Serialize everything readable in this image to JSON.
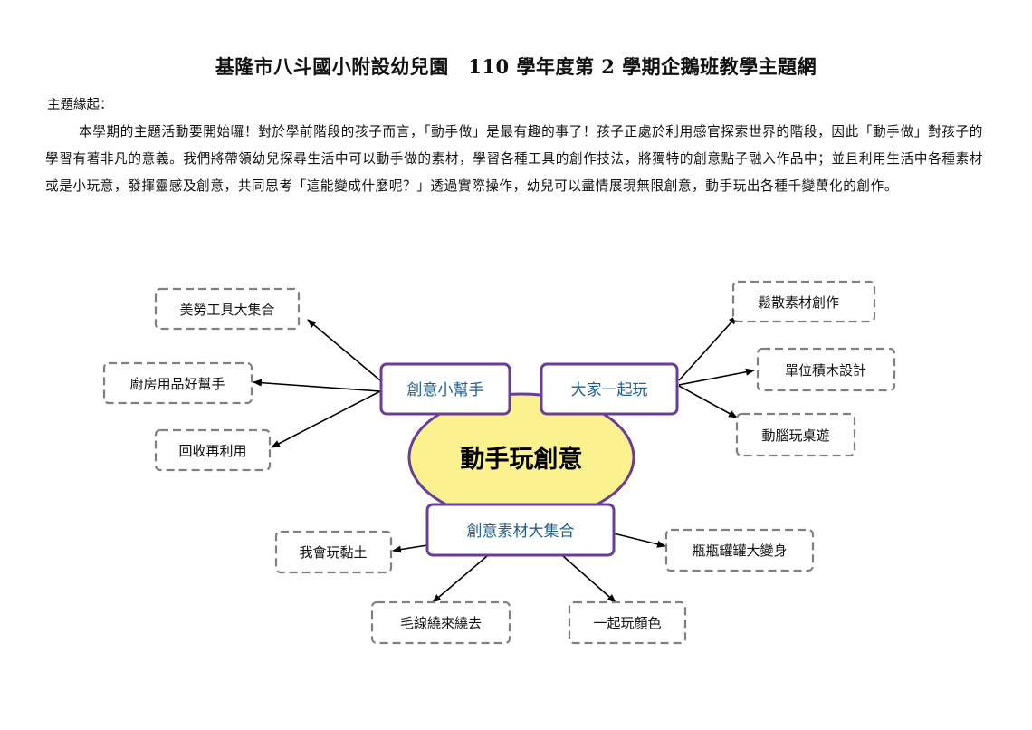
{
  "document": {
    "title": "基隆市八斗國小附設幼兒園　110 學年度第 2 學期企鵝班教學主題網",
    "intro_heading": "主題緣起：",
    "intro_body": "本學期的主題活動要開始囉！對於學前階段的孩子而言，「動手做」是最有趣的事了！孩子正處於利用感官探索世界的階段，因此「動手做」對孩子的學習有著非凡的意義。我們將帶領幼兒探尋生活中可以動手做的素材，學習各種工具的創作技法，將獨特的創意點子融入作品中；並且利用生活中各種素材或是小玩意，發揮靈感及創意，共同思考「這能變成什麼呢？」透過實際操作，幼兒可以盡情展現無限創意，動手玩出各種千變萬化的創作。"
  },
  "mindmap": {
    "center": "動手玩創意",
    "themes": {
      "helper": "創意小幫手",
      "play_together": "大家一起玩",
      "materials": "創意素材大集合"
    },
    "activities": {
      "art_tools": "美勞工具大集合",
      "kitchen": "廚房用品好幫手",
      "recycle": "回收再利用",
      "loose_parts": "鬆散素材創作",
      "unit_blocks": "單位積木設計",
      "board_games": "動腦玩桌遊",
      "clay": "我會玩黏土",
      "bottles": "瓶瓶罐罐大變身",
      "yarn": "毛線繞來繞去",
      "colors": "一起玩顏色"
    },
    "colors": {
      "center_fill": "#fbf28f",
      "theme_border": "#6a3d96",
      "theme_text": "#1f5f8f",
      "activity_border": "#808080",
      "arrow": "#000000"
    }
  }
}
